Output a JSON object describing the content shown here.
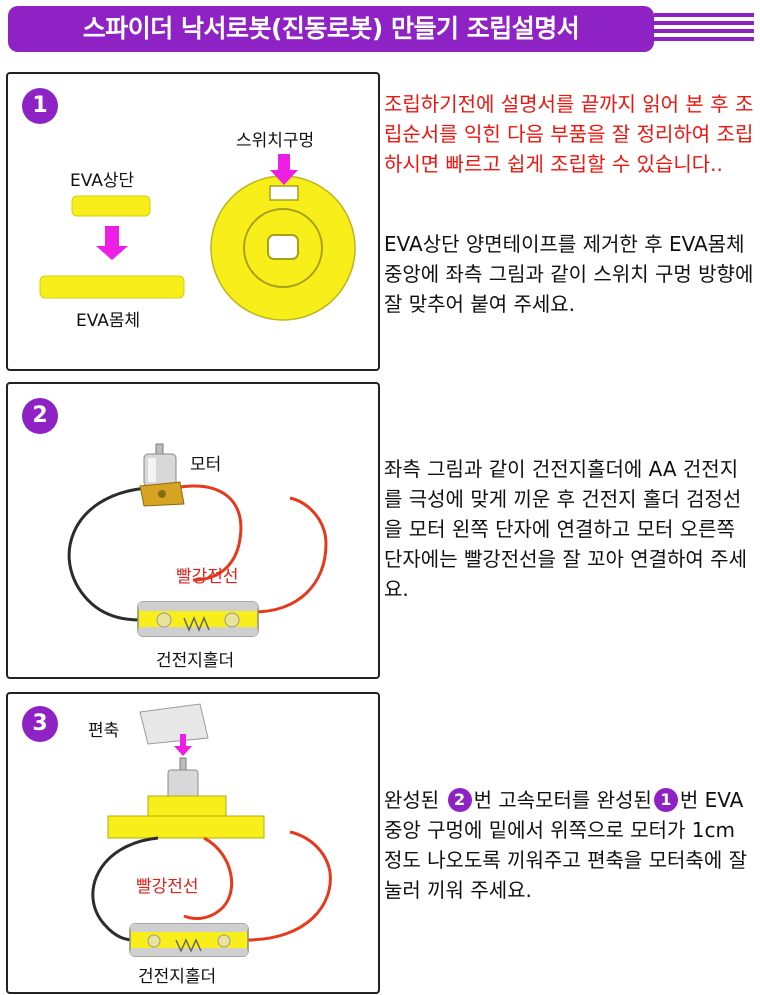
{
  "header": {
    "title": "스파이더 낙서로봇(진동로봇) 만들기 조립설명서"
  },
  "steps": [
    {
      "number": "1",
      "labels": {
        "eva_top": "EVA상단",
        "eva_body": "EVA몸체",
        "switch_hole": "스위치구멍"
      },
      "warning": "조립하기전에 설명서를 끝까지 읽어 본 후 조립순서를 익힌 다음 부품을 잘 정리하여 조립하시면 빠르고 쉽게 조립할 수 있습니다..",
      "description": "EVA상단 양면테이프를 제거한 후 EVA몸체 중앙에 좌측 그림과 같이 스위치 구멍 방향에 잘 맞추어 붙여 주세요."
    },
    {
      "number": "2",
      "labels": {
        "motor": "모터",
        "red_wire": "빨강전선",
        "battery_holder": "건전지홀더"
      },
      "description": "좌측 그림과 같이 건전지홀더에 AA 건전지를 극성에 맞게 끼운 후 건전지 홀더 검정선을 모터 왼쪽 단자에 연결하고 모터 오른쪽 단자에는 빨강전선을 잘 꼬아 연결하여 주세요."
    },
    {
      "number": "3",
      "labels": {
        "eccentric_shaft": "편축",
        "red_wire": "빨강전선",
        "battery_holder": "건전지홀더"
      },
      "description": {
        "part1": "완성된",
        "ref_a": "2",
        "part2": "번 고속모터를 완성된",
        "ref_b": "1",
        "part3": "번 EVA 중앙 구멍에 밑에서 위쪽으로 모터가 1cm 정도 나오도록 끼워주고 편축을 모터축에 잘 눌러 끼워 주세요."
      }
    }
  ],
  "colors": {
    "accent_purple": "#8e22c4",
    "eva_yellow": "#f7ee1a",
    "arrow_magenta": "#ee1ee6",
    "warning_red": "#f0140f",
    "wire_red": "#e53a1c",
    "wire_black": "#2c2c2c"
  },
  "icons": [
    "down-arrow-icon",
    "motor-icon",
    "battery-holder-icon",
    "eccentric-weight-icon",
    "eva-disc-icon"
  ]
}
